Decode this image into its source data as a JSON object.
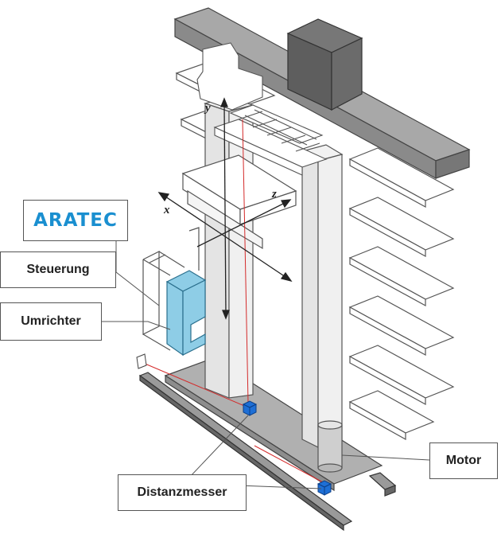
{
  "logo": {
    "text": "ARATEC",
    "color": "#1a8fd0"
  },
  "labels": {
    "steuerung": "Steuerung",
    "umrichter": "Umrichter",
    "motor": "Motor",
    "distanzmesser": "Distanzmesser"
  },
  "axes": {
    "x": "x",
    "y": "y",
    "z": "z"
  },
  "colors": {
    "control_cabinet": "#8ecde6",
    "sensor": "#1e6fd6",
    "laser_beam": "#d42a2a",
    "motor_block": "#6b6b6b"
  }
}
